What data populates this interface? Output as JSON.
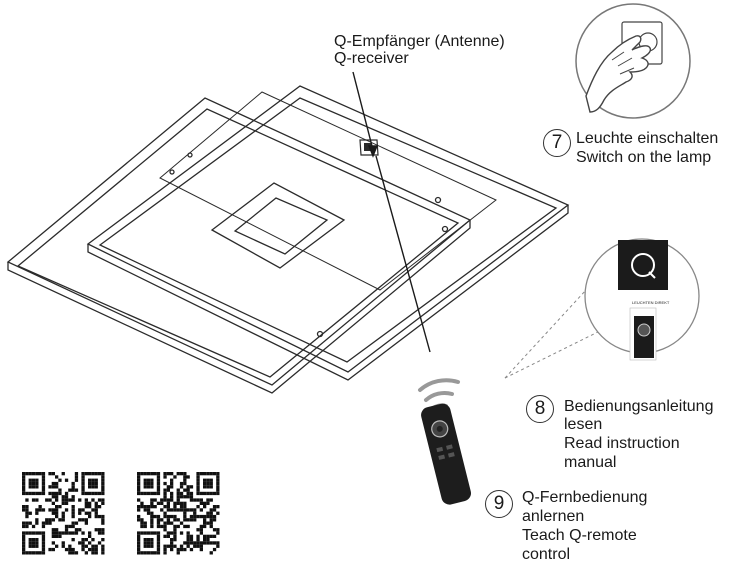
{
  "antenna": {
    "line1": "Q-Empfänger (Antenne)",
    "line2": "Q-receiver"
  },
  "steps": [
    {
      "number": "7",
      "lines": [
        "Leuchte einschalten",
        "Switch on the lamp"
      ]
    },
    {
      "number": "8",
      "lines": [
        "Bedienungsanleitung",
        "lesen",
        "Read instruction",
        "manual"
      ]
    },
    {
      "number": "9",
      "lines": [
        "Q-Fernbedienung",
        "anlernen",
        "Teach Q-remote",
        "control"
      ]
    }
  ],
  "manual_brand": "LEUCHTEN DIREKT",
  "colors": {
    "line": "#2b2b2b",
    "circle_stroke": "#666666",
    "q_panel": "#1b1b1b"
  },
  "icons": [
    "hand-switch-icon",
    "q-logo-icon",
    "remote-control-icon",
    "wireless-signal-icon",
    "qr-code-icon"
  ]
}
